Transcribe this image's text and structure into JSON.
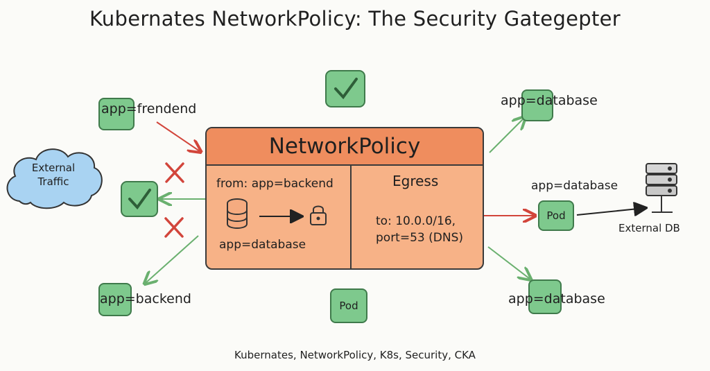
{
  "title": "Kubernates NetworkPolicy: The Security Gategepter",
  "policy": {
    "header": "NetworkPolicy",
    "ingress_from": "from: app=backend",
    "ingress_label": "app=database",
    "egress_title": "Egress",
    "egress_to": "to: 10.0.0/16,",
    "egress_port": "port=53 (DNS)"
  },
  "left": {
    "frontend": "app=frendend",
    "backend": "app=backend",
    "external_traffic_line1": "External",
    "external_traffic_line2": "Traffic"
  },
  "center": {
    "pod_bottom": "Pod"
  },
  "right": {
    "database_top": "app=database",
    "database_middle": "app=database",
    "pod": "Pod",
    "external_db": "External DB",
    "database_bottom": "app=database"
  },
  "footer": "Kubernates, NetworkPolicy, K8s, Security, CKA",
  "colors": {
    "green_box": "#7ec98d",
    "policy_body": "#f7b287",
    "policy_header": "#ef8d5e",
    "cloud": "#a9d3f2",
    "allow_arrow": "#6ab06f",
    "deny_arrow": "#d2453b"
  },
  "icons": [
    "checkmark-icon",
    "cross-icon",
    "database-icon",
    "lock-icon",
    "server-icon",
    "cloud-icon"
  ]
}
